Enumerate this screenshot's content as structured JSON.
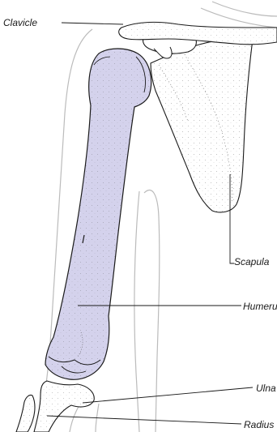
{
  "labels": {
    "clavicle": "Clavicle",
    "scapula": "Scapula",
    "humerus": "Humerus",
    "ulna": "Ulna",
    "radius": "Radius"
  },
  "colors": {
    "highlight_fill": "#d4d2ec",
    "outline": "#1a1a1a",
    "body_outline": "#bbbbbb",
    "background": "#ffffff"
  }
}
